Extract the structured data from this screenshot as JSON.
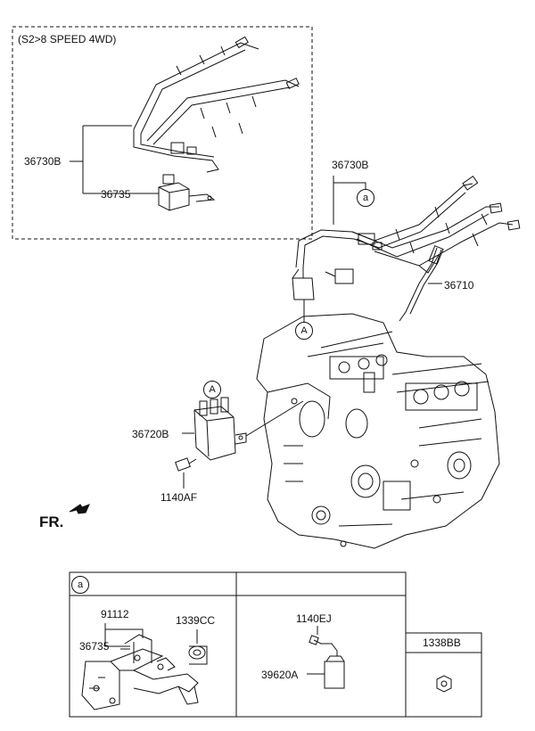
{
  "variant_box": {
    "title": "(S2>8 SPEED 4WD)"
  },
  "parts": {
    "harness_variant": "36730B",
    "bracket_variant": "36735",
    "harness_main": "36730B",
    "glow_plug": "36710",
    "controller": "36720B",
    "bolt": "1140AF"
  },
  "callouts": {
    "ref_a_lower": "a",
    "ref_A_harness": "A",
    "ref_A_controller": "A",
    "table_a": "a"
  },
  "front_marker": "FR.",
  "table": {
    "col1": {
      "p1": "91112",
      "p2": "1339CC",
      "p3": "36735"
    },
    "col2": {
      "p1": "1140EJ",
      "p2": "39620A"
    },
    "col3": {
      "header": "1338BB"
    }
  }
}
